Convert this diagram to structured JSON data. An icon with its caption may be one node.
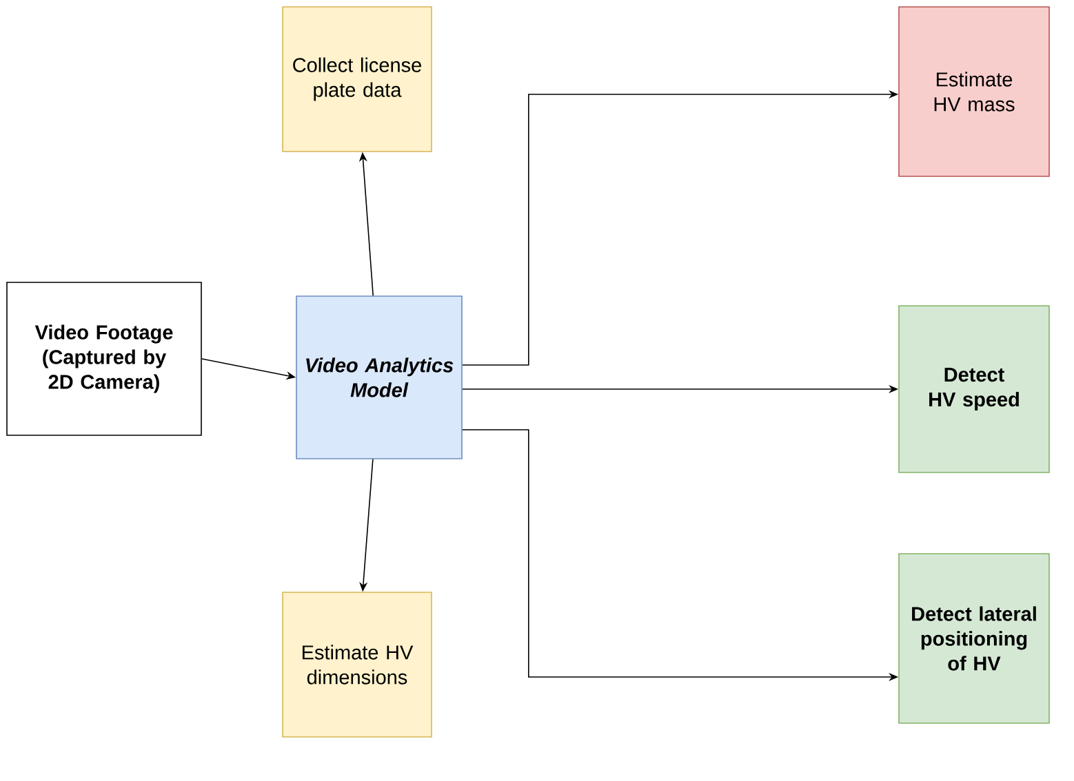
{
  "diagram": {
    "nodes": [
      {
        "text": [
          "Video Footage (Captured by 2D Camera)"
        ]
      },
      {
        "text": [
          "Video Analytics Model"
        ]
      },
      {
        "text": [
          "Collect license plate data"
        ]
      },
      {
        "text": [
          "Estimate HV dimensions"
        ]
      },
      {
        "text": [
          "Estimate HV mass"
        ]
      },
      {
        "text": [
          "Detect HV speed"
        ]
      },
      {
        "text": [
          "Detect lateral positioning of HV"
        ]
      }
    ],
    "edges": [
      {
        "from": 0,
        "to": 1,
        "arrow": "to"
      },
      {
        "from": 1,
        "to": 2,
        "arrow": "to"
      },
      {
        "from": 1,
        "to": 3,
        "arrow": "to"
      },
      {
        "from": 1,
        "to": 4,
        "arrow": "to"
      },
      {
        "from": 1,
        "to": 5,
        "arrow": "to"
      },
      {
        "from": 1,
        "to": 6,
        "arrow": "to"
      }
    ]
  }
}
